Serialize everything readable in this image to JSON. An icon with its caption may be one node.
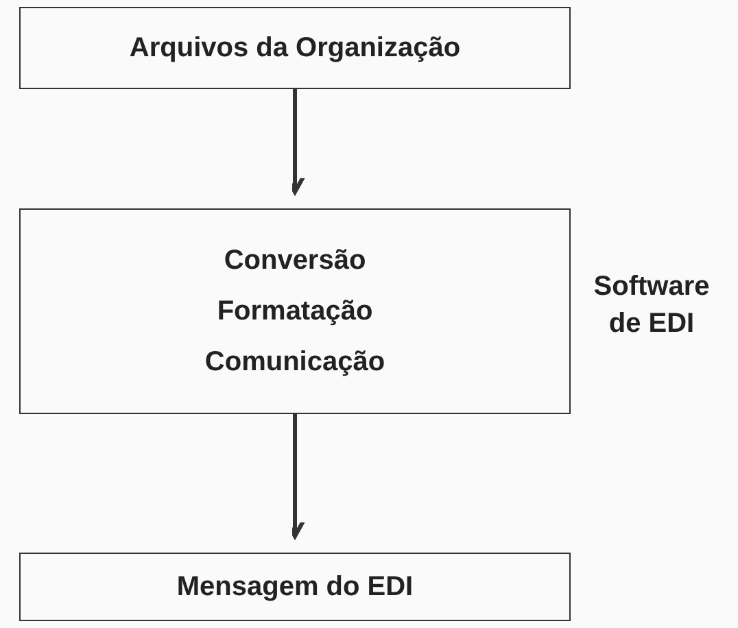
{
  "diagram": {
    "nodes": [
      {
        "text": [
          "Arquivos da Organização"
        ]
      },
      {
        "text": [
          "Conversão",
          "Formatação",
          "Comunicação"
        ],
        "beside": [
          "Software de EDI"
        ]
      },
      {
        "text": [
          "Mensagem do EDI"
        ]
      }
    ],
    "edges": [
      {
        "from": 0,
        "to": 1,
        "arrow": "to"
      },
      {
        "from": 1,
        "to": 2,
        "arrow": "to"
      }
    ]
  }
}
